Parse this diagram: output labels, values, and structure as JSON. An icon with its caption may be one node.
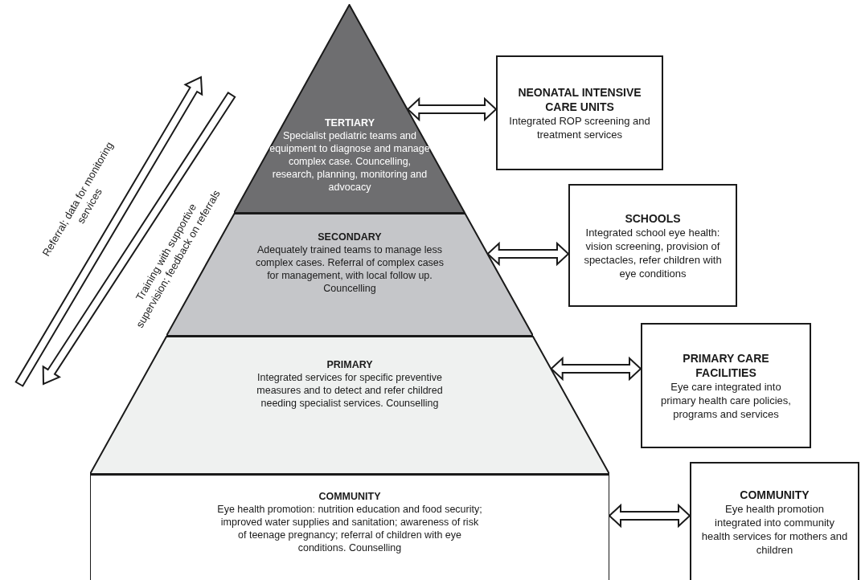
{
  "diagram": {
    "nodes": [
      {
        "text": [
          "TERTIARY",
          "Specialist pediatric teams and equipment to diagnose and manage complex case. Councelling, research, planning, monitoring and advocacy"
        ]
      },
      {
        "text": [
          "SECONDARY",
          "Adequately trained teams to manage less complex cases. Referral of complex cases for management, with local follow up. Councelling"
        ]
      },
      {
        "text": [
          "PRIMARY",
          "Integrated services for specific preventive measures and to detect and refer childred needing specialist services. Counselling"
        ]
      },
      {
        "text": [
          "COMMUNITY",
          "Eye health promotion: nutrition education and food security; improved water supplies and sanitation; awareness of risk of teenage pregnancy; referral of children with eye conditions. Counselling"
        ]
      },
      {
        "text": [
          "NEONATAL INTENSIVE CARE UNITS",
          "Integrated ROP screening and treatment services"
        ]
      },
      {
        "text": [
          "SCHOOLS",
          "Integrated school eye health: vision screening, provision of spectacles, refer children with eye conditions"
        ]
      },
      {
        "text": [
          "PRIMARY CARE FACILITIES",
          "Eye care integrated into primary health care policies, programs and services"
        ]
      },
      {
        "text": [
          "COMMUNITY",
          "Eye health promotion integrated into community health services for mothers and children"
        ]
      }
    ],
    "edges": [
      {
        "from": 0,
        "to": 4,
        "arrow": "both"
      },
      {
        "from": 1,
        "to": 5,
        "arrow": "both"
      },
      {
        "from": 2,
        "to": 6,
        "arrow": "both"
      },
      {
        "from": 3,
        "to": 7,
        "arrow": "both"
      }
    ],
    "labels": [
      "Referral; data for monitoring services",
      "Training with supportive supervision; feedback on referrals"
    ]
  }
}
